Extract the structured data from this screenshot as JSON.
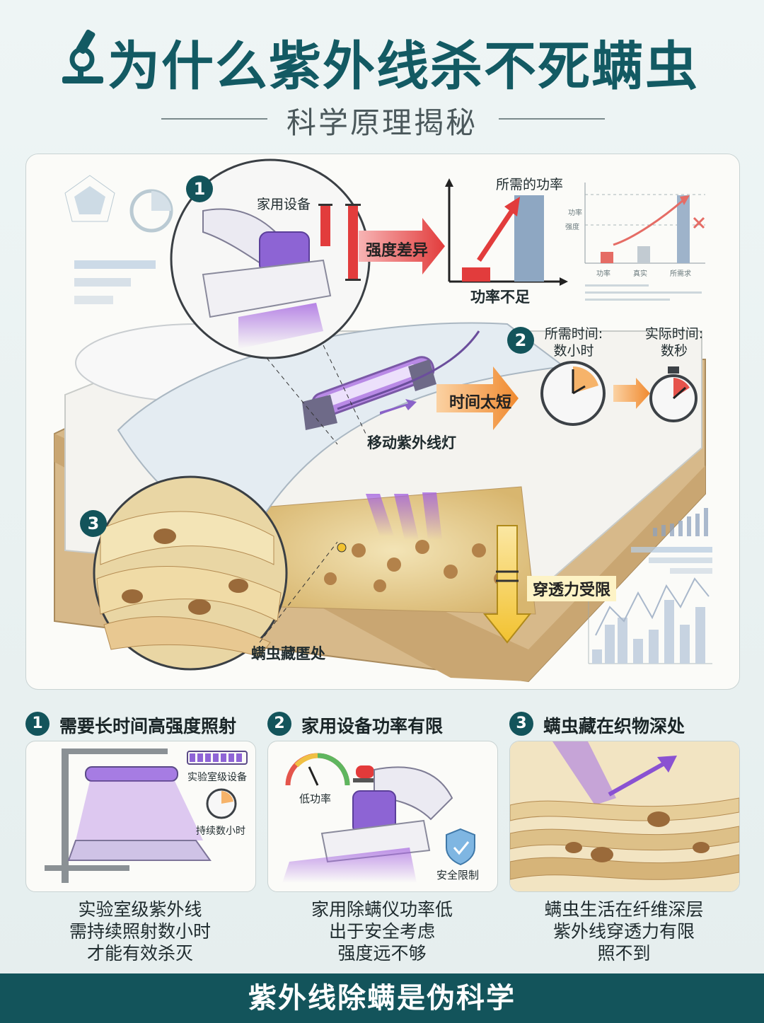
{
  "title": "为什么紫外线杀不死螨虫",
  "subtitle": "科学原理揭秘",
  "diagram": {
    "point1": {
      "number": "1",
      "device_label": "家用设备",
      "arrow_label": "强度差异",
      "chart_title": "所需的功率",
      "chart_caption": "功率不足"
    },
    "point2": {
      "number": "2",
      "required_time": "所需时间:\n数小时",
      "actual_time": "实际时间:\n数秒",
      "arrow_label": "时间太短"
    },
    "lamp_label": "移动紫外线灯",
    "point3": {
      "number": "3",
      "hiding_label": "螨虫藏匿处",
      "penetration_label": "穿透力受限"
    },
    "mini_chart": {
      "y_labels": [
        "功率",
        "强度"
      ],
      "x_labels": [
        "功率",
        "真实",
        "所需求"
      ],
      "values": [
        1,
        1.5,
        6
      ]
    }
  },
  "sections": [
    {
      "number": "1",
      "title": "需要长时间高强度照射",
      "card_labels": [
        "实验室级设备",
        "持续数小时"
      ],
      "caption_lines": [
        "实验室级紫外线",
        "需持续照射数小时",
        "才能有效杀灭"
      ]
    },
    {
      "number": "2",
      "title": "家用设备功率有限",
      "card_labels": [
        "低功率",
        "安全限制"
      ],
      "caption_lines": [
        "家用除螨仪功率低",
        "出于安全考虑",
        "强度远不够"
      ]
    },
    {
      "number": "3",
      "title": "螨虫藏在织物深处",
      "card_labels": [],
      "caption_lines": [
        "螨虫生活在纤维深层",
        "紫外线穿透力有限",
        "照不到"
      ]
    }
  ],
  "footer": "紫外线除螨是伪科学",
  "colors": {
    "primary": "#13545b",
    "uv_purple": "#9b59d6",
    "warning_red": "#e03c3c",
    "arrow_orange": "#f08a30",
    "arrow_yellow": "#f2c230"
  }
}
